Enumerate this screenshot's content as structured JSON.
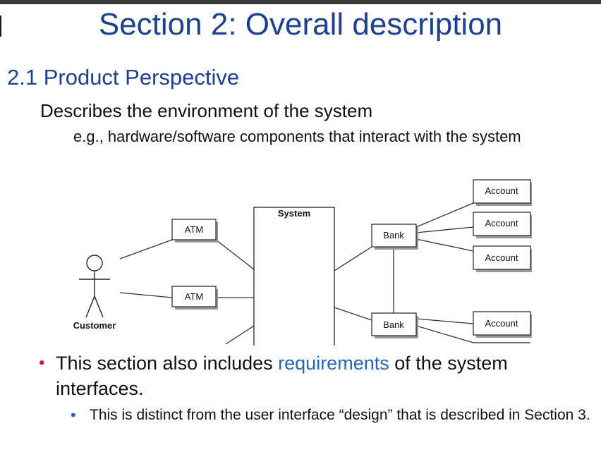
{
  "slide": {
    "title": "Section 2: Overall description",
    "heading": "2.1 Product Perspective",
    "description": "Describes the environment of the system",
    "example": "e.g., hardware/software components that interact with the system"
  },
  "diagram": {
    "system_label": "System",
    "customer_label": "Customer",
    "atm_labels": [
      "ATM",
      "ATM"
    ],
    "bank_labels": [
      "Bank",
      "Bank"
    ],
    "account_labels": [
      "Account",
      "Account",
      "Account",
      "Account"
    ]
  },
  "bullets": {
    "main_before": "This section also includes ",
    "main_highlight": "requirements",
    "main_after": " of the system interfaces.",
    "sub": "This is distinct from the user interface “design” that is described in Section 3."
  },
  "colors": {
    "title": "#1f3f8f",
    "highlight": "#2b63b5",
    "bullet_main": "#c0223a",
    "bullet_sub": "#2b63b5"
  }
}
